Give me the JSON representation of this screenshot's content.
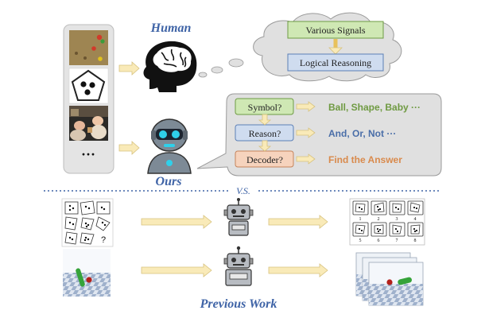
{
  "human": {
    "title": "Human",
    "cloud_box_top": "Various Signals",
    "cloud_box_bottom": "Logical Reasoning"
  },
  "ours": {
    "title": "Ours",
    "steps": [
      {
        "label": "Symbol?",
        "answer": "Ball, Shape, Baby ···",
        "fill": "#cfe8b4",
        "stroke": "#6e9b43",
        "text_color": "#6f9a42"
      },
      {
        "label": "Reason?",
        "answer": "And, Or, Not ···",
        "fill": "#cfdcef",
        "stroke": "#5b7fb6",
        "text_color": "#4a6ea8"
      },
      {
        "label": "Decoder?",
        "answer": "Find the Answer",
        "fill": "#f6d3bd",
        "stroke": "#c5835a",
        "text_color": "#d98a4c"
      }
    ]
  },
  "left_panel": {
    "ellipsis": "···"
  },
  "separator_label": "V.S.",
  "previous": {
    "title": "Previous Work",
    "puzzle_question": "?",
    "answer_numbers": [
      "1",
      "2",
      "3",
      "4",
      "5",
      "6",
      "7",
      "8"
    ]
  },
  "colors": {
    "title_blue": "#3e63a6",
    "arrow_fill": "#f9eab8",
    "arrow_stroke": "#d7c27e",
    "panel_fill": "#e4e4e4",
    "callout_fill": "#e0e0e0",
    "dotted_line": "#3e63a6"
  }
}
